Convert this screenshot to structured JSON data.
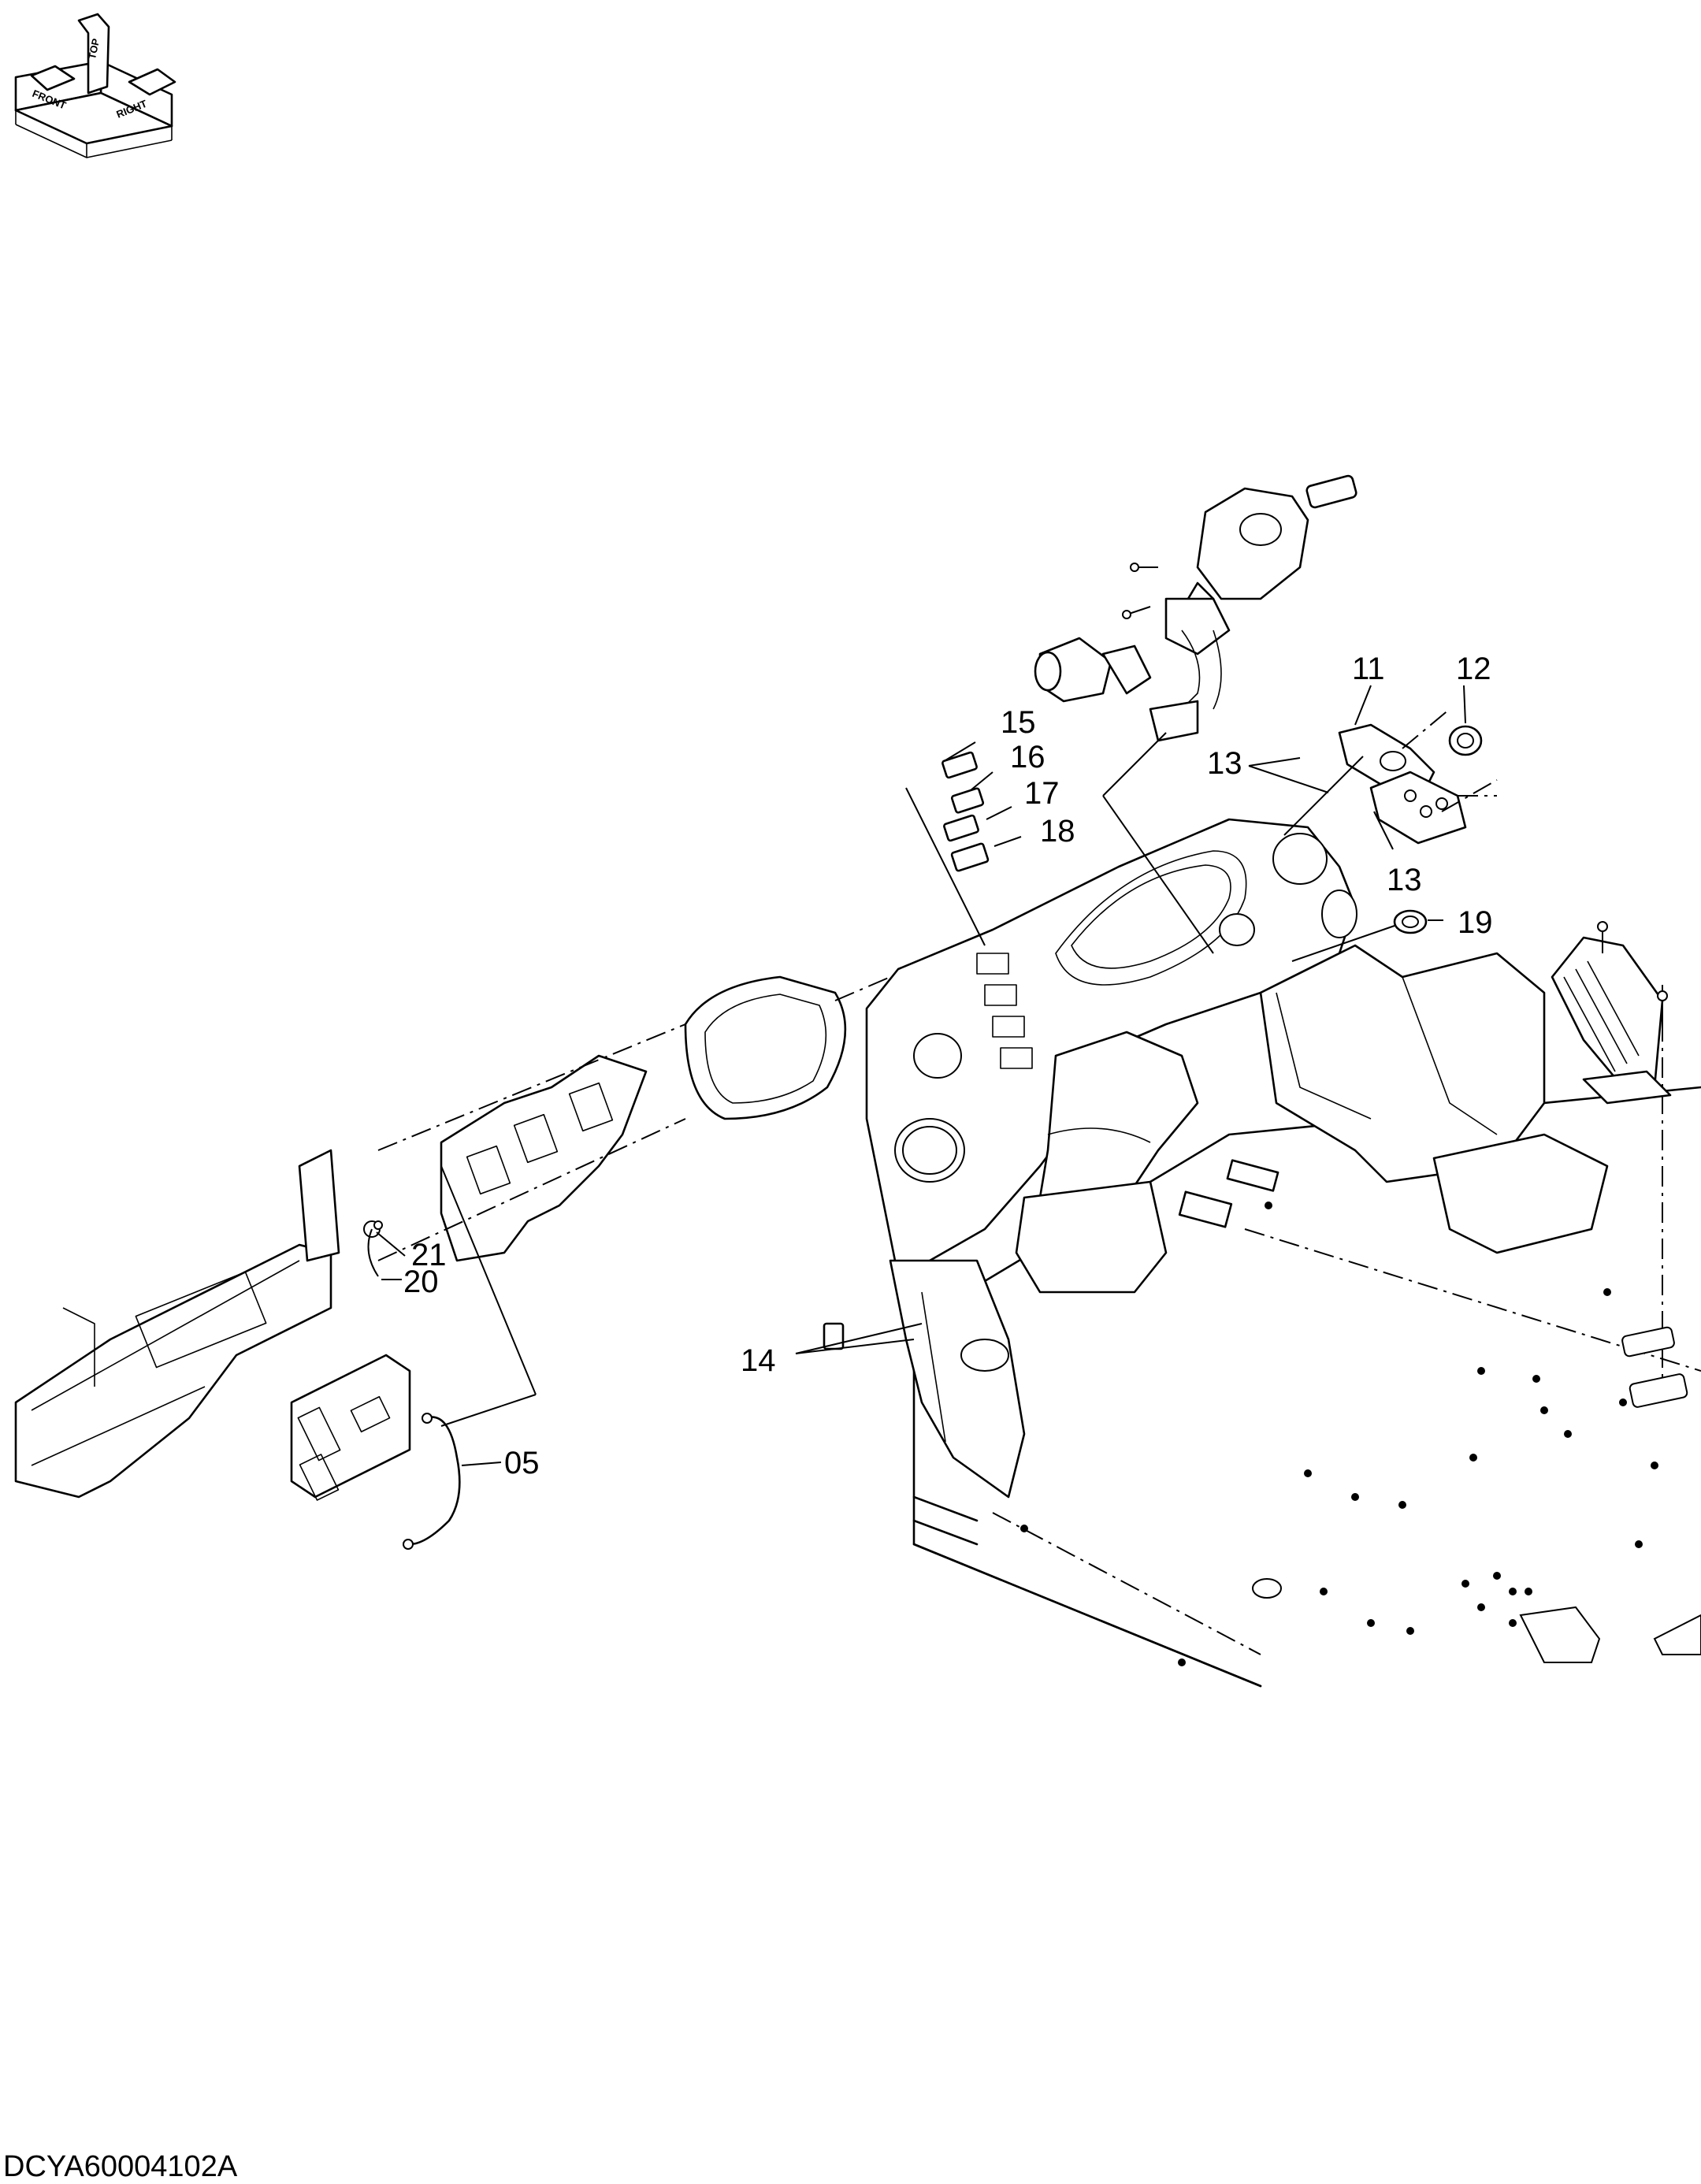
{
  "drawing_number": "DCYA60004102A",
  "orientation": {
    "top": "TOP",
    "front": "FRONT",
    "right": "RIGHT"
  },
  "callouts": [
    {
      "id": "c05",
      "label": "05"
    },
    {
      "id": "c11",
      "label": "11"
    },
    {
      "id": "c12",
      "label": "12"
    },
    {
      "id": "c13a",
      "label": "13"
    },
    {
      "id": "c13b",
      "label": "13"
    },
    {
      "id": "c14",
      "label": "14"
    },
    {
      "id": "c15",
      "label": "15"
    },
    {
      "id": "c16",
      "label": "16"
    },
    {
      "id": "c17",
      "label": "17"
    },
    {
      "id": "c18",
      "label": "18"
    },
    {
      "id": "c19",
      "label": "19"
    },
    {
      "id": "c20",
      "label": "20"
    },
    {
      "id": "c21",
      "label": "21"
    }
  ]
}
